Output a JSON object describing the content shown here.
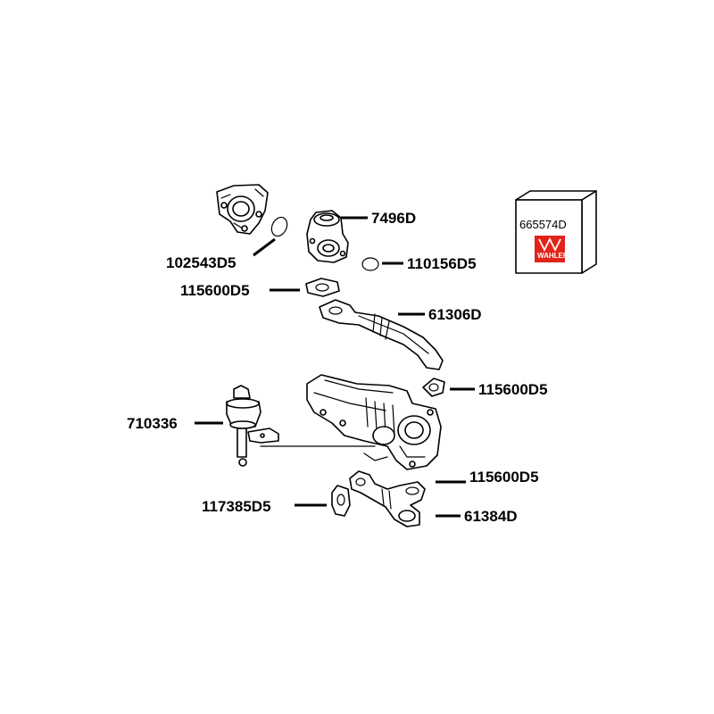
{
  "labels": {
    "l_7496D": "7496D",
    "l_102543D5": "102543D5",
    "l_110156D5": "110156D5",
    "l_115600D5_a": "115600D5",
    "l_61306D": "61306D",
    "l_115600D5_b": "115600D5",
    "l_710336": "710336",
    "l_115600D5_c": "115600D5",
    "l_117385D5": "117385D5",
    "l_61384D": "61384D"
  },
  "kit": {
    "code": "665574D",
    "brand": "WAHLER",
    "brand_color": "#e2231a"
  }
}
